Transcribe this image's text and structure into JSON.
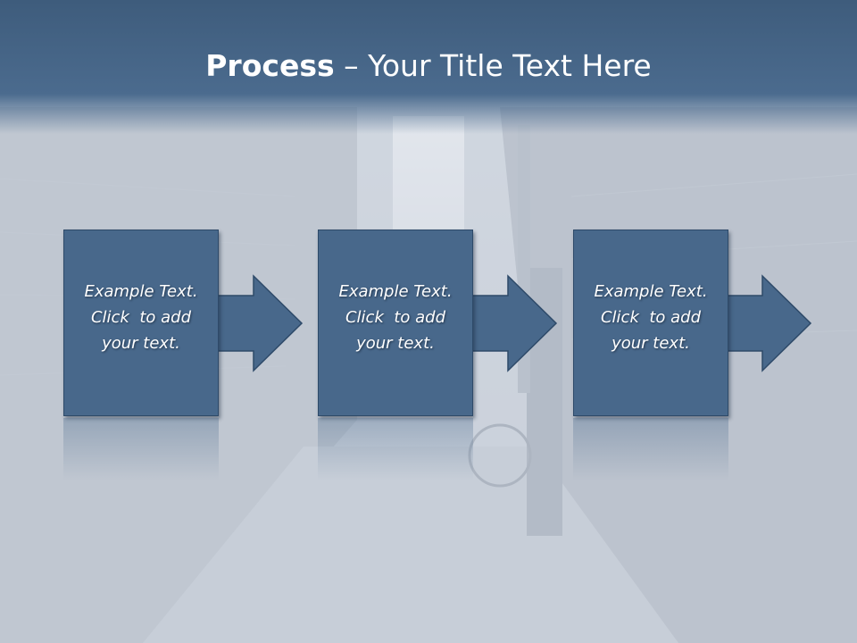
{
  "slide": {
    "title_bold": "Process",
    "title_rest": " – Your Title Text Here"
  },
  "steps": [
    {
      "line1": "Example Text.",
      "line2": "Click  to add",
      "line3": "your text."
    },
    {
      "line1": "Example Text.",
      "line2": "Click  to add",
      "line3": "your text."
    },
    {
      "line1": "Example Text.",
      "line2": "Click  to add",
      "line3": "your text."
    }
  ],
  "colors": {
    "title_band": "#4b6b8e",
    "step_fill": "#48688b",
    "step_border": "#2e4a69",
    "text": "#ffffff"
  }
}
